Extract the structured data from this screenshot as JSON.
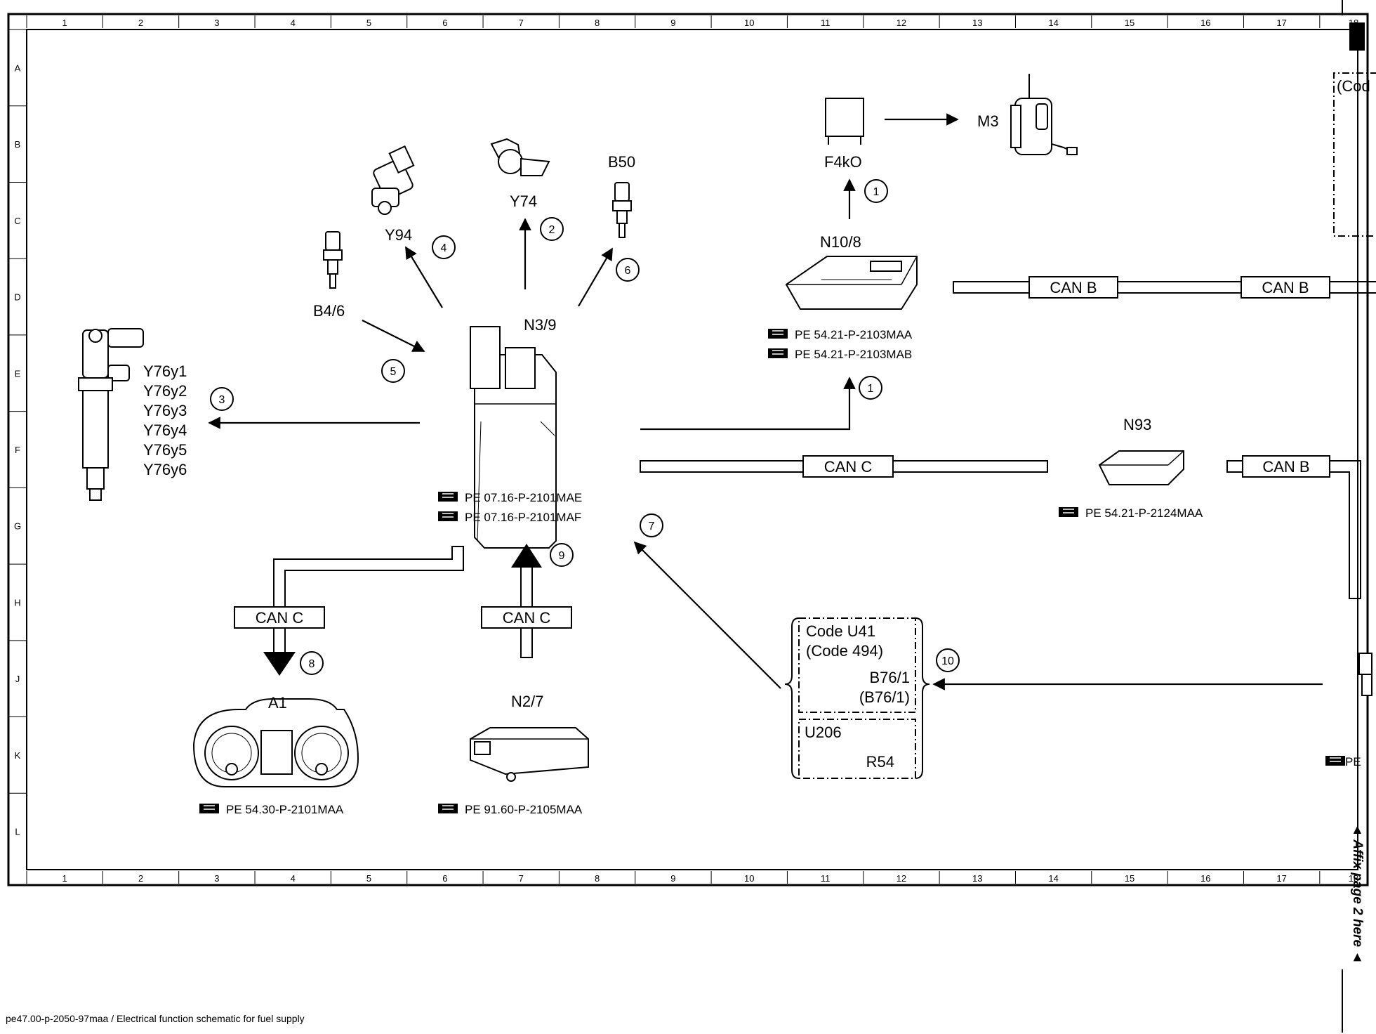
{
  "grid": {
    "columns": [
      "1",
      "2",
      "3",
      "4",
      "5",
      "6",
      "7",
      "8",
      "9",
      "10",
      "11",
      "12",
      "13",
      "14",
      "15",
      "16",
      "17",
      "18"
    ],
    "rows": [
      "A",
      "B",
      "C",
      "D",
      "E",
      "F",
      "G",
      "H",
      "J",
      "K",
      "L"
    ]
  },
  "components": {
    "n3_9": "N3/9",
    "y94": "Y94",
    "y74": "Y74",
    "b50": "B50",
    "b4_6": "B4/6",
    "y76": [
      "Y76y1",
      "Y76y2",
      "Y76y3",
      "Y76y4",
      "Y76y5",
      "Y76y6"
    ],
    "f4k0": "F4kO",
    "m3": "M3",
    "n10_8": "N10/8",
    "n93": "N93",
    "a1": "A1",
    "n2_7": "N2/7"
  },
  "references": {
    "n3_9": [
      "PE 07.16-P-2101MAE",
      "PE 07.16-P-2101MAF"
    ],
    "n10_8": [
      "PE 54.21-P-2103MAA",
      "PE 54.21-P-2103MAB"
    ],
    "n93": "PE 54.21-P-2124MAA",
    "a1": "PE 54.30-P-2101MAA",
    "n2_7": "PE 91.60-P-2105MAA",
    "right_edge": "PE"
  },
  "bus_labels": {
    "can_b_1": "CAN B",
    "can_b_2": "CAN B",
    "can_b_3": "CAN B",
    "can_c_1": "CAN C",
    "can_c_2": "CAN C",
    "can_c_3": "CAN C"
  },
  "code_box": {
    "line1": "Code U41",
    "line2": "(Code 494)",
    "line3": "B76/1",
    "line4": "(B76/1)",
    "line5": "U206",
    "line6": "R54"
  },
  "edge_box": "(Cod",
  "markers": [
    "1",
    "2",
    "3",
    "4",
    "5",
    "6",
    "7",
    "8",
    "9",
    "10",
    "1"
  ],
  "side_note": "◄ Affix page 2 here ◄",
  "footer": "pe47.00-p-2050-97maa / Electrical function schematic for fuel supply"
}
